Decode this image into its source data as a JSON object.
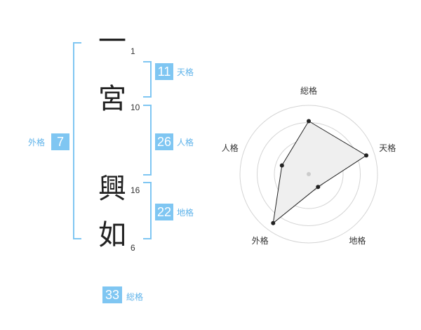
{
  "name": {
    "characters": [
      {
        "char": "一",
        "strokes": "1"
      },
      {
        "char": "宮",
        "strokes": "10"
      },
      {
        "char": "興",
        "strokes": "16"
      },
      {
        "char": "如",
        "strokes": "6"
      }
    ]
  },
  "fortunes": {
    "tenkaku": {
      "value": "11",
      "label": "天格"
    },
    "jinkaku": {
      "value": "26",
      "label": "人格"
    },
    "chikaku": {
      "value": "22",
      "label": "地格"
    },
    "gaikaku": {
      "value": "7",
      "label": "外格"
    },
    "soukaku": {
      "value": "33",
      "label": "総格"
    }
  },
  "colors": {
    "accent": "#7fc6f2",
    "label": "#5fb3ea",
    "text": "#222222"
  },
  "chart_data": {
    "type": "radar",
    "axes": [
      "総格",
      "天格",
      "地格",
      "外格",
      "人格"
    ],
    "values": [
      0.77,
      0.88,
      0.23,
      0.88,
      0.41
    ],
    "rings": 4
  }
}
